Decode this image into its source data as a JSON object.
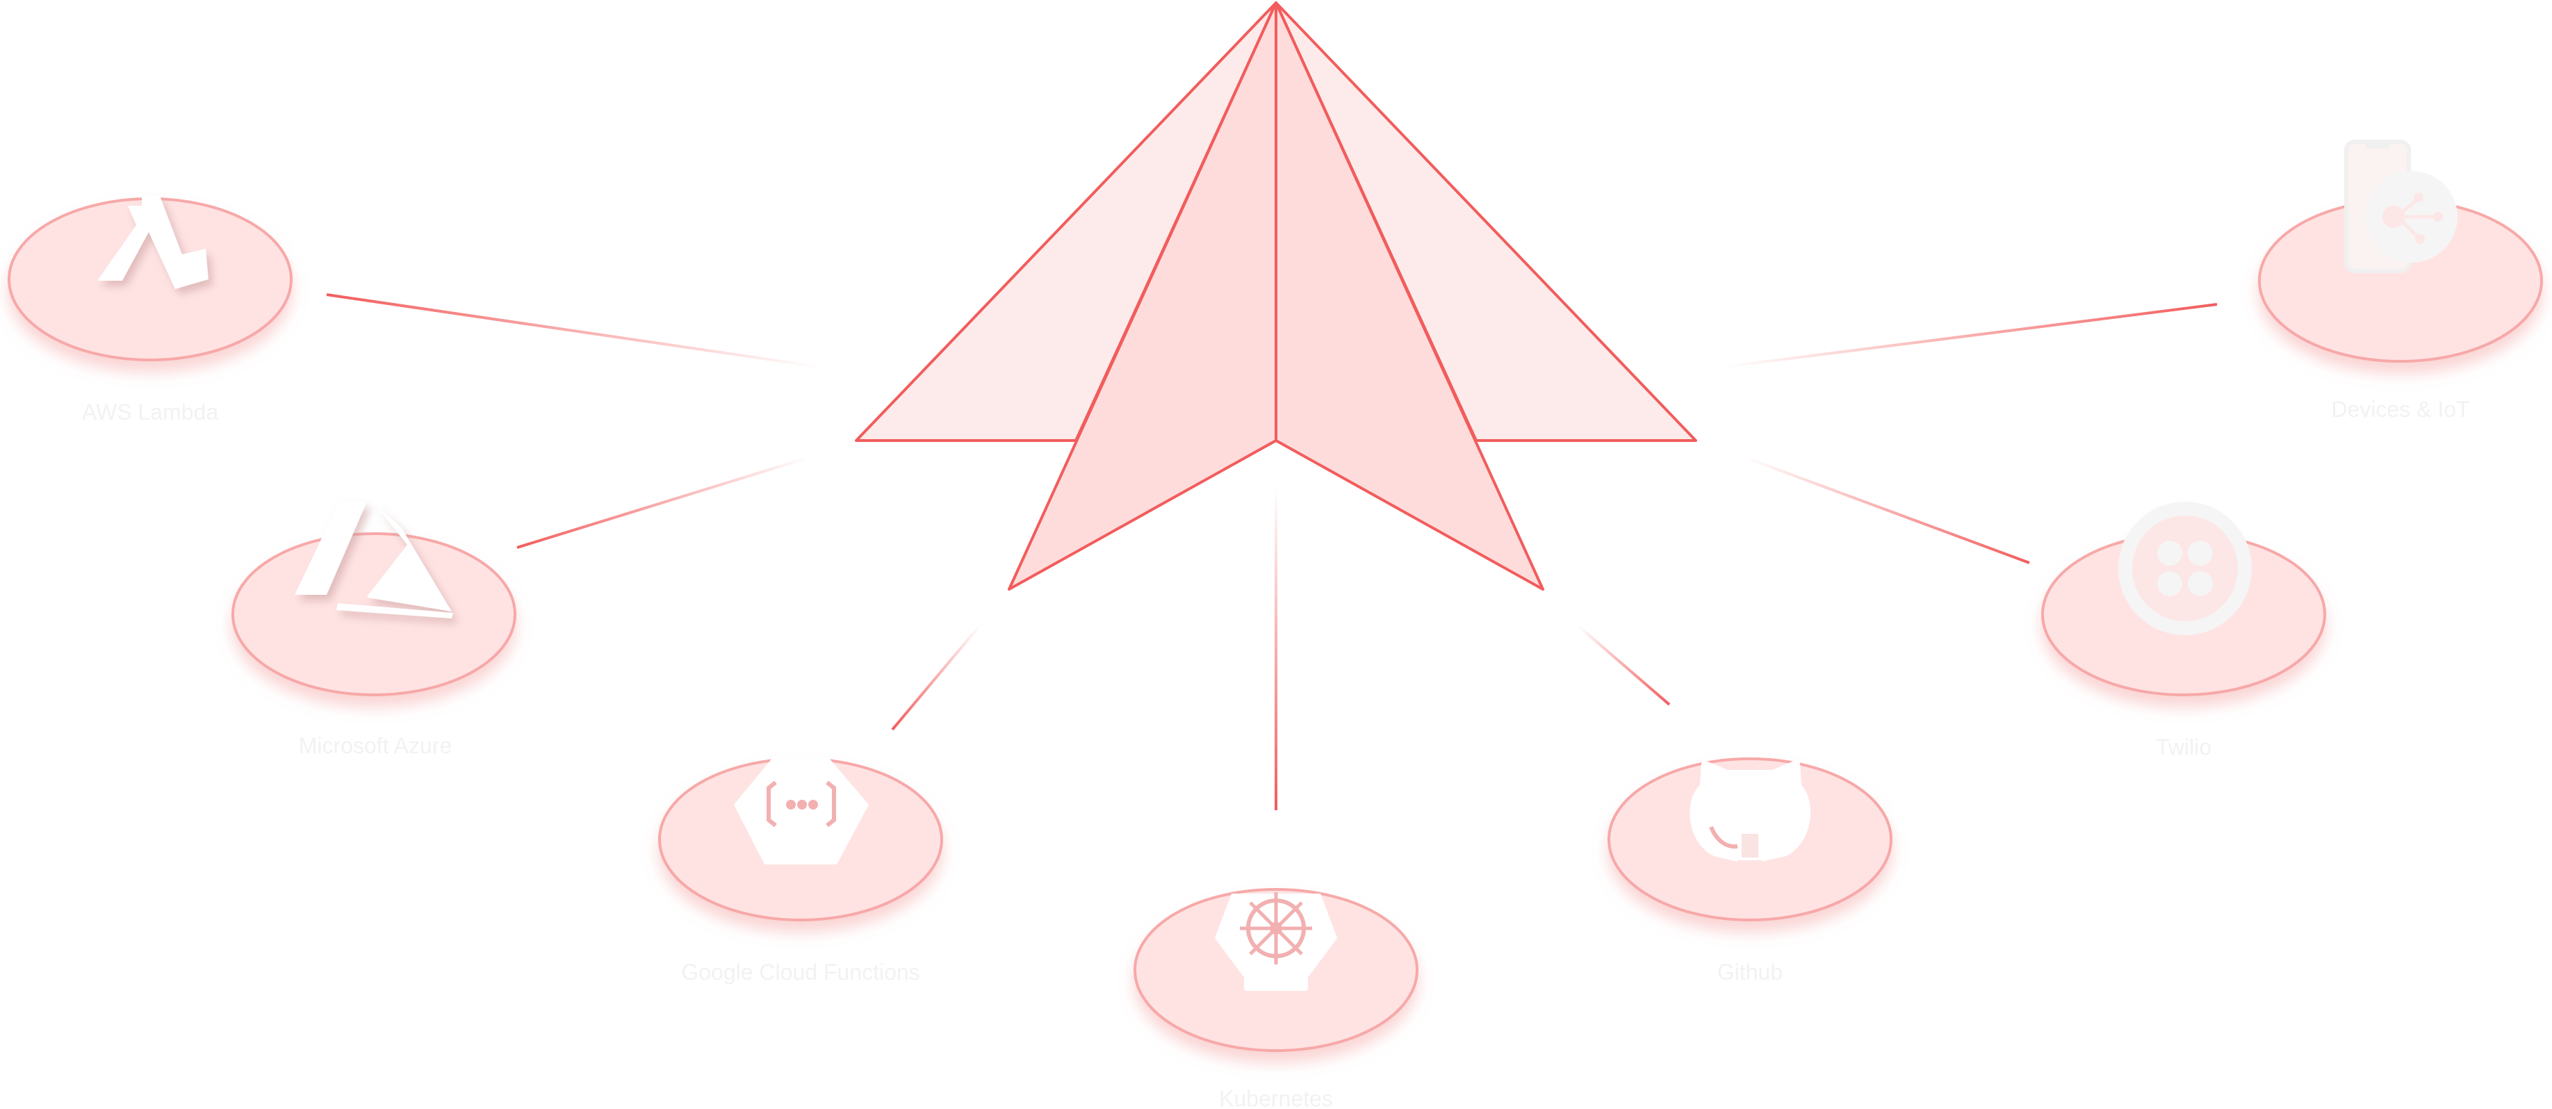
{
  "diagram": {
    "center_icon": "paper-plane-icon",
    "colors": {
      "line": "#f25c5c",
      "disc_fill": "#ffe3e3",
      "disc_stroke": "#f7a8a8",
      "plane_fill_light": "#fdebeb",
      "plane_fill_dark": "#ffdcdc",
      "icon": "#ffffff",
      "label": "#f2f2f2"
    },
    "nodes": [
      {
        "id": "aws-lambda",
        "label": "AWS Lambda",
        "icon": "aws-lambda-icon"
      },
      {
        "id": "microsoft-azure",
        "label": "Microsoft Azure",
        "icon": "azure-icon"
      },
      {
        "id": "google-cloud-functions",
        "label": "Google Cloud Functions",
        "icon": "google-cloud-functions-icon"
      },
      {
        "id": "kubernetes",
        "label": "Kubernetes",
        "icon": "kubernetes-icon"
      },
      {
        "id": "github",
        "label": "Github",
        "icon": "github-icon"
      },
      {
        "id": "twilio",
        "label": "Twilio",
        "icon": "twilio-icon"
      },
      {
        "id": "devices-iot",
        "label": "Devices & IoT",
        "icon": "devices-iot-icon"
      }
    ]
  }
}
